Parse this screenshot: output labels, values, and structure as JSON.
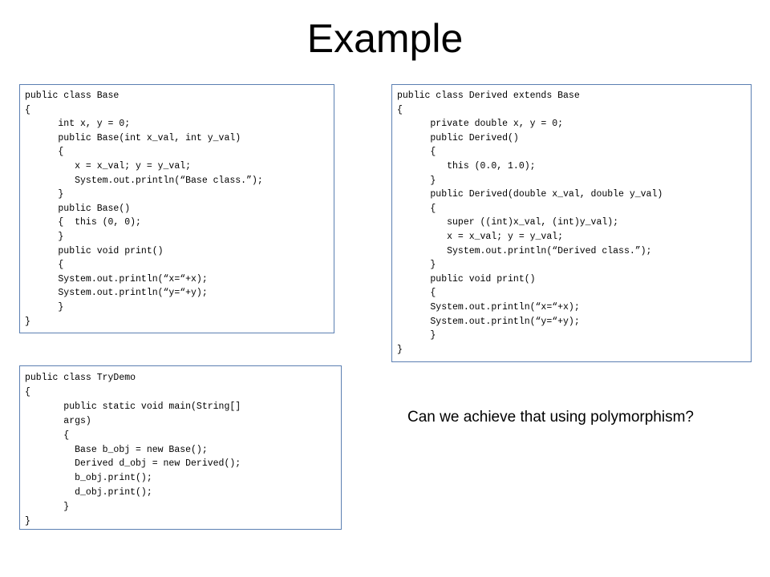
{
  "slide": {
    "title": "Example",
    "question": "Can we achieve that using polymorphism?"
  },
  "code_boxes": {
    "base": [
      "public class Base",
      "{",
      "      int x, y = 0;",
      "      public Base(int x_val, int y_val)",
      "      {",
      "         x = x_val; y = y_val;",
      "         System.out.println(“Base class.”);",
      "      }",
      "      public Base()",
      "      {  this (0, 0);",
      "      }",
      "      public void print()",
      "      {",
      "      System.out.println(“x=“+x);",
      "      System.out.println(“y=“+y);",
      "      }",
      "}"
    ],
    "derived": [
      "public class Derived extends Base",
      "{",
      "      private double x, y = 0;",
      "      public Derived()",
      "      {",
      "         this (0.0, 1.0);",
      "      }",
      "      public Derived(double x_val, double y_val)",
      "      {",
      "         super ((int)x_val, (int)y_val);",
      "         x = x_val; y = y_val;",
      "         System.out.println(“Derived class.”);",
      "      }",
      "      public void print()",
      "      {",
      "      System.out.println(“x=“+x);",
      "      System.out.println(“y=“+y);",
      "      }",
      "}"
    ],
    "trydemo": [
      "public class TryDemo",
      "{",
      "       public static void main(String[]",
      "       args)",
      "       {",
      "         Base b_obj = new Base();",
      "         Derived d_obj = new Derived();",
      "         b_obj.print();",
      "         d_obj.print();",
      "       }",
      "}"
    ]
  }
}
